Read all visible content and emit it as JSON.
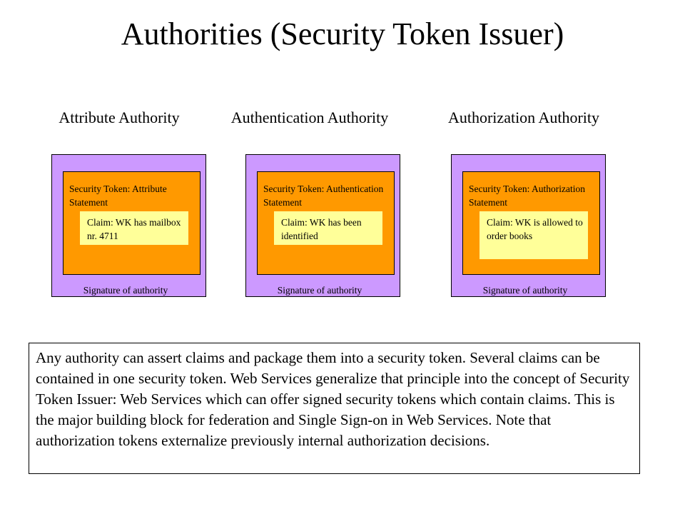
{
  "title": "Authorities (Security Token Issuer)",
  "colors": {
    "outer_box": "#cc99ff",
    "token_box": "#ff9900",
    "claim_box": "#ffff99",
    "border": "#000000"
  },
  "authorities": [
    {
      "label": "Attribute Authority",
      "token_statement": "Security Token: Attribute Statement",
      "claim": "Claim: WK has mailbox nr. 4711",
      "signature": "Signature of authority"
    },
    {
      "label": "Authentication Authority",
      "token_statement": "Security Token: Authentication Statement",
      "claim": "Claim: WK has been identified",
      "signature": "Signature of authority"
    },
    {
      "label": "Authorization Authority",
      "token_statement": "Security Token: Authorization  Statement",
      "claim": "Claim: WK is allowed to order books",
      "signature": "Signature of authority"
    }
  ],
  "description": "Any authority can assert claims and package them into a security token. Several claims can be contained in one security token. Web Services generalize that principle into the concept of Security Token Issuer: Web Services which can offer signed security tokens which contain claims. This is the major building block for federation and Single Sign-on in Web Services. Note that authorization tokens externalize previously internal authorization decisions."
}
